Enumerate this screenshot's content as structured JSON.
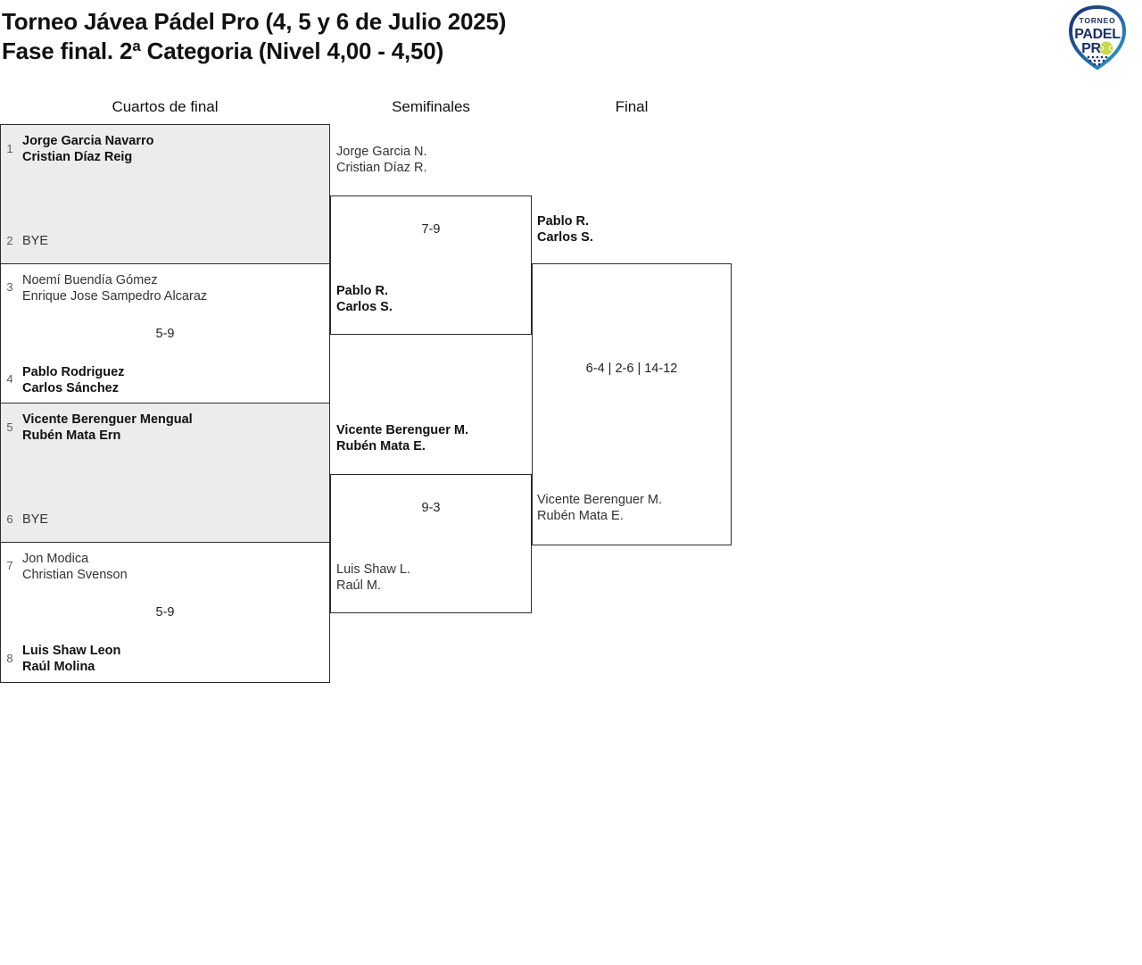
{
  "header": {
    "title_line1": "Torneo Jávea Pádel Pro (4, 5 y 6 de Julio 2025)",
    "title_line2": "Fase final. 2ª Categoria (Nivel 4,00 - 4,50)",
    "logo": {
      "text_top": "TORNEO",
      "text_mid": "PADEL",
      "text_bot": "PRO",
      "ball_color": "#c8d94a",
      "brand_navy": "#1b2f6b",
      "brand_teal": "#29a8c4"
    }
  },
  "rounds": [
    {
      "key": "qf",
      "label": "Cuartos de final"
    },
    {
      "key": "sf",
      "label": "Semifinales"
    },
    {
      "key": "f",
      "label": "Final"
    }
  ],
  "quarterfinals": [
    {
      "shaded": true,
      "score": "",
      "top": {
        "seed": "1",
        "p1": "Jorge Garcia Navarro",
        "p2": "Cristian Díaz Reig",
        "winner": true
      },
      "bottom": {
        "seed": "2",
        "p1": "BYE",
        "p2": "",
        "winner": false
      }
    },
    {
      "shaded": false,
      "score": "5-9",
      "top": {
        "seed": "3",
        "p1": "Noemí Buendía Gómez",
        "p2": "Enrique Jose Sampedro Alcaraz",
        "winner": false
      },
      "bottom": {
        "seed": "4",
        "p1": "Pablo Rodriguez",
        "p2": "Carlos Sánchez",
        "winner": true
      }
    },
    {
      "shaded": true,
      "score": "",
      "top": {
        "seed": "5",
        "p1": "Vicente Berenguer Mengual",
        "p2": "Rubén Mata Ern",
        "winner": true
      },
      "bottom": {
        "seed": "6",
        "p1": "BYE",
        "p2": "",
        "winner": false
      }
    },
    {
      "shaded": false,
      "score": "5-9",
      "top": {
        "seed": "7",
        "p1": "Jon Modica",
        "p2": "Christian Svenson",
        "winner": false
      },
      "bottom": {
        "seed": "8",
        "p1": "Luis Shaw Leon",
        "p2": "Raúl Molina",
        "winner": true
      }
    }
  ],
  "semifinals": [
    {
      "score": "7-9",
      "top": {
        "p1": "Jorge Garcia N.",
        "p2": "Cristian Díaz R.",
        "winner": false
      },
      "bottom": {
        "p1": "Pablo R.",
        "p2": "Carlos S.",
        "winner": true
      }
    },
    {
      "score": "9-3",
      "top": {
        "p1": "Vicente Berenguer M.",
        "p2": "Rubén Mata E.",
        "winner": true
      },
      "bottom": {
        "p1": "Luis Shaw L.",
        "p2": "Raúl M.",
        "winner": false
      }
    }
  ],
  "final": {
    "score": "6-4 | 2-6 | 14-12",
    "top": {
      "p1": "Pablo R.",
      "p2": "Carlos S.",
      "winner": true
    },
    "bottom": {
      "p1": "Vicente Berenguer M.",
      "p2": "Rubén Mata E.",
      "winner": false
    }
  }
}
